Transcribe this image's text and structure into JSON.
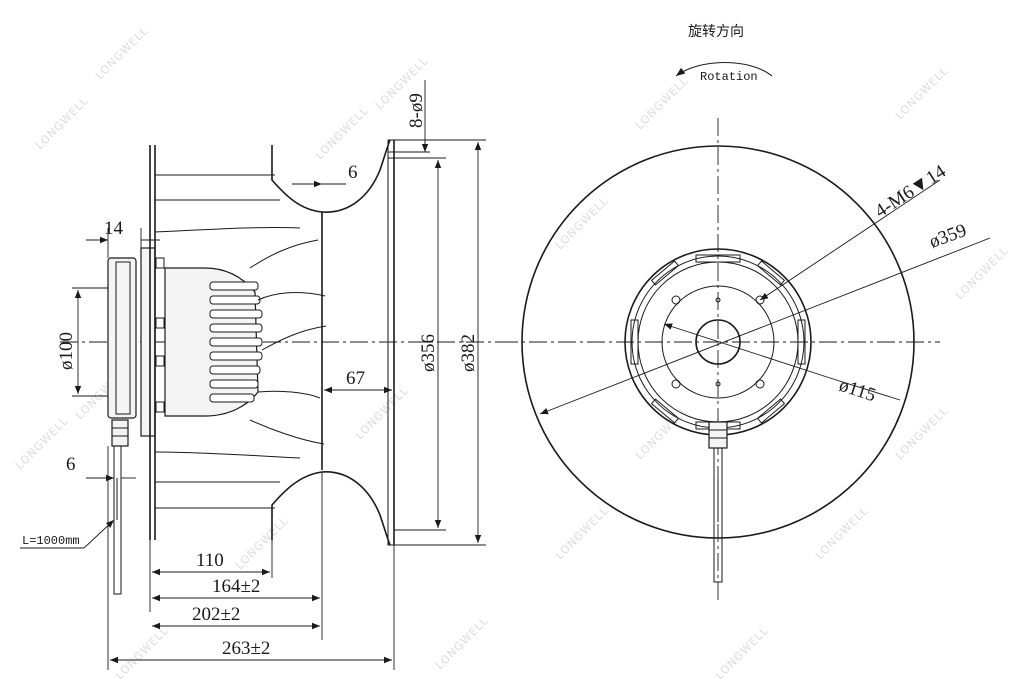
{
  "watermark": "LONGWELL",
  "rotation": {
    "label_cn": "旋转方向",
    "label_en": "Rotation"
  },
  "side_view": {
    "dim_bolt_holes": "8-ø9",
    "dim_cone_gap": "6",
    "dim_flange_width": "14",
    "dim_motor_dia": "ø100",
    "dim_inlet_dia": "ø356",
    "dim_outer_dia": "ø382",
    "dim_inlet_depth": "67",
    "dim_cable_offset": "6",
    "dim_cable_length": "L=1000mm",
    "dim_110": "110",
    "dim_164": "164±2",
    "dim_202": "202±2",
    "dim_263": "263±2"
  },
  "front_view": {
    "dim_mount_thread": "4-M6▼14",
    "dim_impeller_dia": "ø359",
    "dim_hub_dia": "ø115"
  }
}
